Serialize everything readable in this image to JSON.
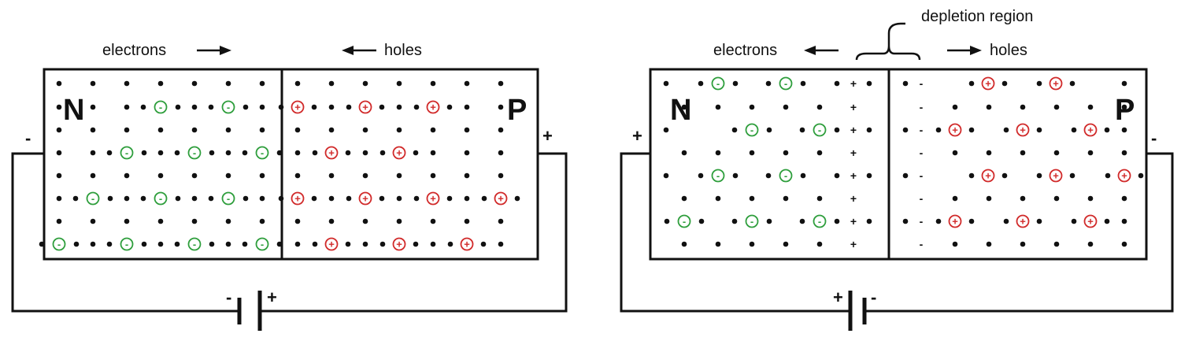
{
  "colors": {
    "line": "#111111",
    "electron": "#2e9e3c",
    "hole": "#d12a2a",
    "dot": "#111111"
  },
  "diagrams": [
    {
      "id": "forward",
      "n_label": "N",
      "p_label": "P",
      "electrons_label": "electrons",
      "electrons_arrow": "right",
      "holes_label": "holes",
      "holes_arrow": "left",
      "left_terminal": "-",
      "right_terminal": "+",
      "battery_left": "-",
      "battery_right": "+",
      "electron_symbol": "-",
      "hole_symbol": "+",
      "depletion_label": ""
    },
    {
      "id": "reverse",
      "n_label": "N",
      "p_label": "P",
      "electrons_label": "electrons",
      "electrons_arrow": "left",
      "holes_label": "holes",
      "holes_arrow": "right",
      "left_terminal": "+",
      "right_terminal": "-",
      "battery_left": "+",
      "battery_right": "-",
      "electron_symbol": "-",
      "hole_symbol": "+",
      "depletion_label": "depletion region",
      "ion_plus": "+",
      "ion_minus": "-"
    }
  ]
}
